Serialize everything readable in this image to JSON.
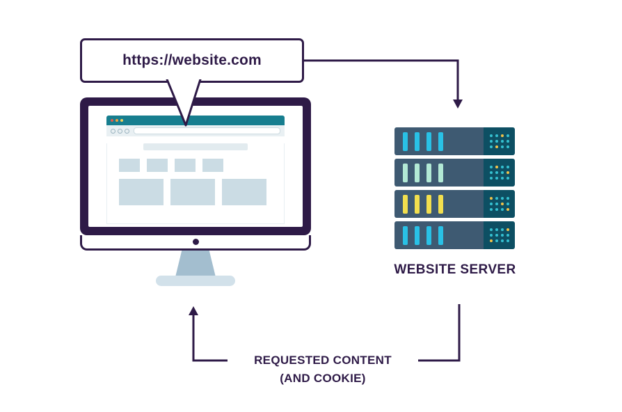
{
  "palette": {
    "ink": "#2e1a47",
    "teal": "#177e8f",
    "block": "#cbdce4",
    "stand": "#a3becf",
    "stand_base": "#d2e1ea",
    "server_left": "#3e5a72",
    "server_right": "#0d4f63",
    "bar_cyan": "#29c1e6",
    "bar_mint": "#b2e9d5",
    "bar_yellow": "#f2df4e",
    "dot_teal": "#35c1d1",
    "dot_yellow": "#f2c348",
    "win_dot_1": "#e05b4b",
    "win_dot_2": "#efa13e",
    "win_dot_3": "#f2cf5b"
  },
  "bubble": {
    "text": "https://website.com"
  },
  "server": {
    "label": "WEBSITE SERVER",
    "bars_per_unit": 4,
    "units": [
      {
        "bar_color": "bar_cyan",
        "dots": [
          "t",
          "t",
          "y",
          "t",
          "t",
          "t",
          "t",
          "t",
          "t",
          "y",
          "t",
          "t"
        ]
      },
      {
        "bar_color": "bar_mint",
        "dots": [
          "t",
          "y",
          "t",
          "t",
          "t",
          "t",
          "t",
          "y",
          "t",
          "t",
          "t",
          "t"
        ]
      },
      {
        "bar_color": "bar_yellow",
        "dots": [
          "y",
          "t",
          "t",
          "t",
          "t",
          "t",
          "y",
          "t",
          "t",
          "t",
          "t",
          "y"
        ]
      },
      {
        "bar_color": "bar_cyan",
        "dots": [
          "t",
          "t",
          "t",
          "y",
          "t",
          "t",
          "t",
          "t",
          "y",
          "t",
          "t",
          "t"
        ]
      }
    ]
  },
  "return_label": {
    "line1": "REQUESTED CONTENT",
    "line2": "(AND COOKIE)"
  }
}
